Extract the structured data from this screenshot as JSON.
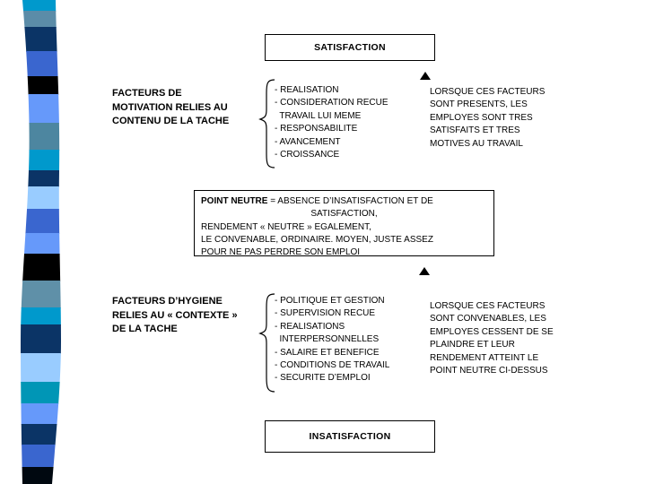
{
  "slide": {
    "satisfaction_box": "SATISFACTION",
    "insatisfaction_box": "INSATISFACTION",
    "motivation": {
      "label": "FACTEURS DE\nMOTIVATION RELIES AU\nCONTENU DE LA TACHE",
      "items": "- REALISATION\n- CONSIDERATION RECUE\n  TRAVAIL LUI MEME\n- RESPONSABILITE\n- AVANCEMENT\n- CROISSANCE",
      "effect": "LORSQUE CES FACTEURS\nSONT PRESENTS, LES\nEMPLOYES SONT TRES\nSATISFAITS ET TRES\nMOTIVES AU TRAVAIL"
    },
    "neutral": {
      "title": "POINT NEUTRE",
      "line1_rest": " = ABSENCE D’INSATISFACTION ET DE",
      "line2": "SATISFACTION,",
      "line3": "RENDEMENT « NEUTRE » EGALEMENT,",
      "line4": "LE CONVENABLE, ORDINAIRE. MOYEN, JUSTE ASSEZ",
      "line5": "POUR NE PAS PERDRE SON EMPLOI"
    },
    "hygiene": {
      "label": "FACTEURS D’HYGIENE\nRELIES AU « CONTEXTE »\nDE LA TACHE",
      "items": "- POLITIQUE ET GESTION\n- SUPERVISION RECUE\n- REALISATIONS\n  INTERPERSONNELLES\n- SALAIRE ET BENEFICE\n- CONDITIONS DE TRAVAIL\n- SECURITE D’EMPLOI",
      "effect": "LORSQUE CES FACTEURS\nSONT CONVENABLES, LES\nEMPLOYES CESSENT DE SE\nPLAINDRE ET LEUR\nRENDEMENT ATTEINT LE\nPOINT NEUTRE CI-DESSUS"
    }
  },
  "colors": {
    "background": "#ffffff",
    "border": "#000000",
    "text": "#000000"
  },
  "ribbon": {
    "segments": [
      {
        "color": "#0099cc",
        "height": 12
      },
      {
        "color": "#5b8ca8",
        "height": 18
      },
      {
        "color": "#0b3466",
        "height": 27
      },
      {
        "color": "#3a66cf",
        "height": 28
      },
      {
        "color": "#000000",
        "height": 20
      },
      {
        "color": "#6699fa",
        "height": 32
      },
      {
        "color": "#4d86a0",
        "height": 30
      },
      {
        "color": "#0099cc",
        "height": 23
      },
      {
        "color": "#0b3466",
        "height": 18
      },
      {
        "color": "#99ccff",
        "height": 25
      },
      {
        "color": "#3a66cf",
        "height": 27
      },
      {
        "color": "#6699fa",
        "height": 23
      },
      {
        "color": "#000000",
        "height": 30
      },
      {
        "color": "#5f90a8",
        "height": 30
      },
      {
        "color": "#0099cc",
        "height": 19
      },
      {
        "color": "#0b3466",
        "height": 32
      },
      {
        "color": "#99ccff",
        "height": 32
      },
      {
        "color": "#0096b6",
        "height": 24
      },
      {
        "color": "#6699fa",
        "height": 23
      },
      {
        "color": "#0b3466",
        "height": 23
      },
      {
        "color": "#3a66cf",
        "height": 25
      },
      {
        "color": "#000810",
        "height": 19
      }
    ]
  }
}
